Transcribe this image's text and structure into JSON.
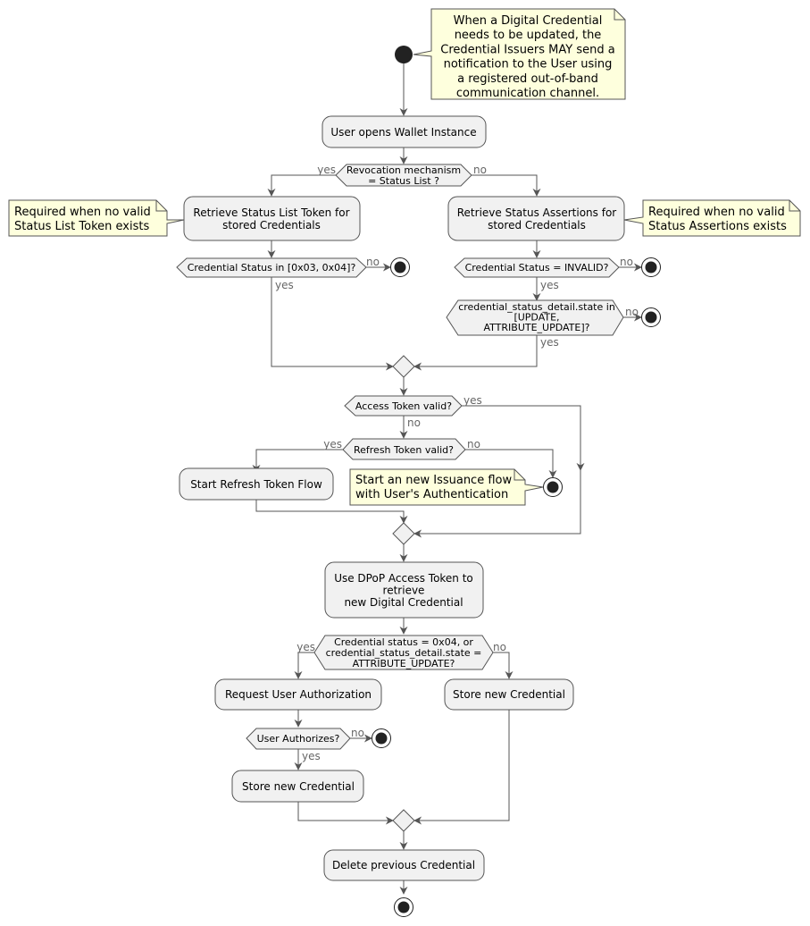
{
  "notes": {
    "start": [
      "When a Digital Credential",
      "needs to be updated, the",
      "Credential Issuers MAY send a",
      "notification to the User using",
      "a registered out-of-band",
      "communication channel."
    ],
    "status_list": [
      "Required when no valid",
      "Status List Token exists"
    ],
    "status_assertions": [
      "Required when no valid",
      "Status Assertions exists"
    ],
    "issuance": [
      "Start an new Issuance flow",
      "with User's Authentication"
    ]
  },
  "activities": {
    "open_wallet": [
      "User opens Wallet Instance"
    ],
    "retrieve_status_list": [
      "Retrieve Status List Token for",
      "stored Credentials"
    ],
    "retrieve_status_assertions": [
      "Retrieve Status Assertions for",
      "stored Credentials"
    ],
    "refresh_flow": [
      "Start Refresh Token Flow"
    ],
    "use_dpop": [
      "Use DPoP Access Token to",
      "retrieve",
      "new Digital Credential"
    ],
    "request_auth": [
      "Request User Authorization"
    ],
    "store_new_left": [
      "Store new Credential"
    ],
    "store_new_right": [
      "Store new Credential"
    ],
    "delete_previous": [
      "Delete previous Credential"
    ]
  },
  "decisions": {
    "revocation": [
      "Revocation mechanism",
      "= Status List ?"
    ],
    "status_list_check": [
      "Credential Status in [0x03, 0x04]?"
    ],
    "invalid_check": [
      "Credential Status = INVALID?"
    ],
    "state_check": [
      "credential_status_detail.state in",
      "[UPDATE,",
      "ATTRIBUTE_UPDATE]?"
    ],
    "access_token": [
      "Access Token valid?"
    ],
    "refresh_token": [
      "Refresh Token valid?"
    ],
    "credential_status": [
      "Credential status = 0x04, or",
      "credential_status_detail.state =",
      "ATTRIBUTE_UPDATE?"
    ],
    "user_authorizes": [
      "User Authorizes?"
    ]
  },
  "labels": {
    "yes": "yes",
    "no": "no"
  },
  "colors": {
    "activity_fill": "#F1F1F1",
    "note_fill": "#FEFFDD",
    "line": "#555555",
    "node": "#222222"
  }
}
